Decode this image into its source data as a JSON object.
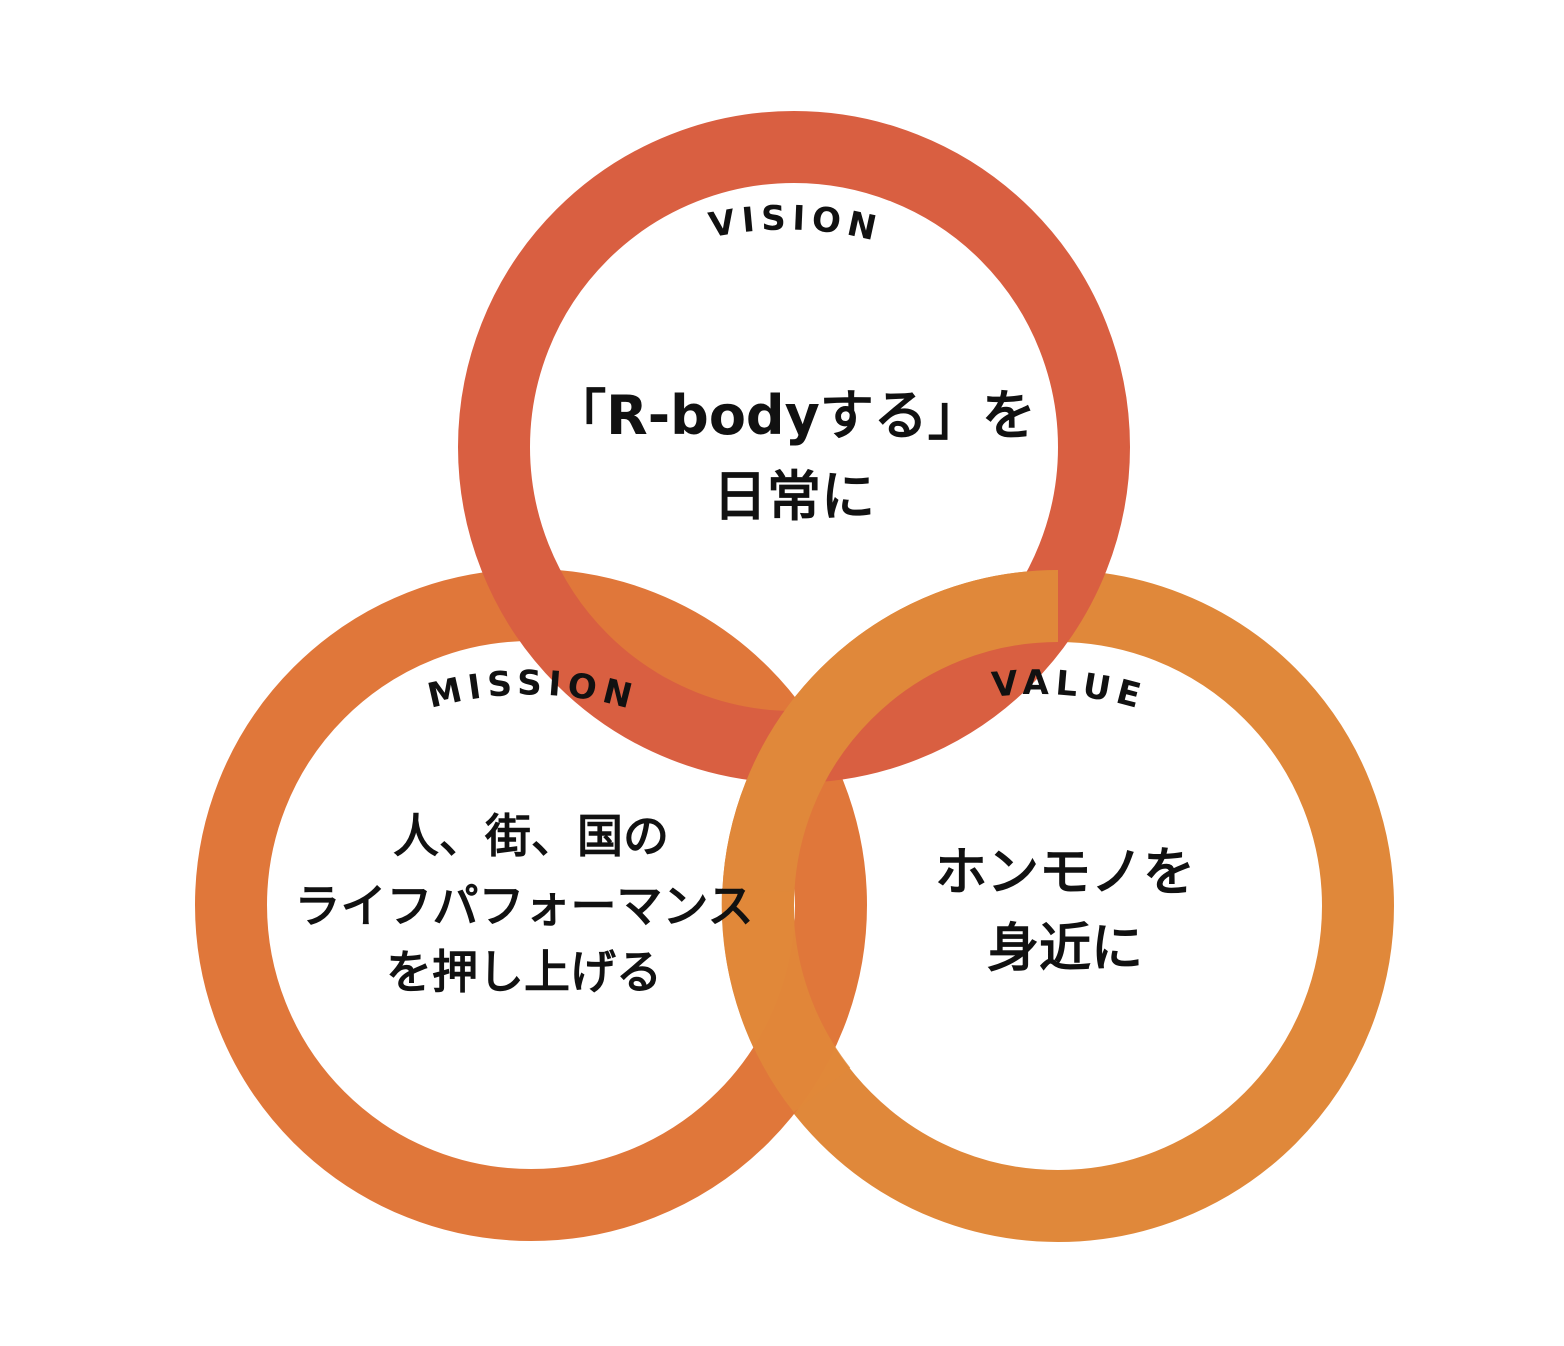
{
  "colors": {
    "vision": "#D95F41",
    "mission": "#E0773A",
    "value": "#E0883A",
    "text": "#111111",
    "background": "#FFFFFF"
  },
  "vision": {
    "label": "VISION",
    "lines": [
      "「R-bodyする」を",
      "日常に"
    ]
  },
  "mission": {
    "label": "MISSION",
    "lines": [
      "人、街、国の",
      "ライフパフォーマンス",
      "を押し上げる"
    ]
  },
  "value": {
    "label": "VALUE",
    "lines": [
      "ホンモノを",
      "身近に"
    ]
  }
}
